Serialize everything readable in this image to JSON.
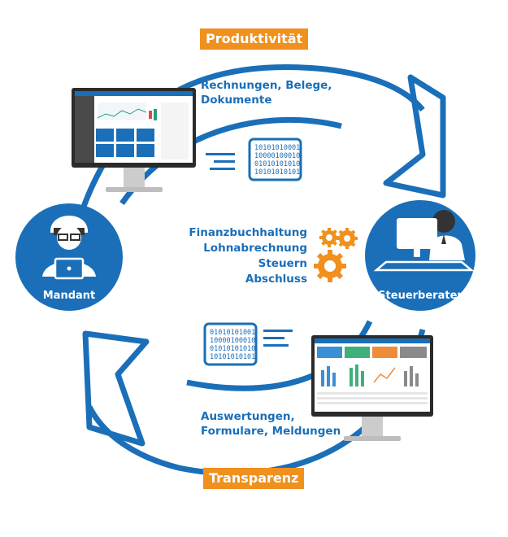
{
  "colors": {
    "blue": "#1a6fb8",
    "orange": "#f0901e",
    "dark": "#333333"
  },
  "top_label": "Produktivität",
  "bottom_label": "Transparenz",
  "top_flow": {
    "line1": "Rechnungen, Belege,",
    "line2": "Dokumente"
  },
  "bottom_flow": {
    "line1": "Auswertungen,",
    "line2": "Formulare, Meldungen"
  },
  "tasks": [
    "Finanzbuchhaltung",
    "Lohnabrechnung",
    "Steuern",
    "Abschluss"
  ],
  "left_actor": "Mandant",
  "right_actor": "Steuerberater",
  "binary_doc_top": [
    "10101010001",
    "10000100010",
    "01010101010",
    "10101010101"
  ],
  "binary_doc_bottom": [
    "01010101001",
    "10000100010",
    "01010101010",
    "10101010101"
  ],
  "icons": [
    "person-with-laptop-icon",
    "advisor-at-monitor-icon",
    "gear-icon",
    "monitor-icon",
    "document-icon"
  ]
}
